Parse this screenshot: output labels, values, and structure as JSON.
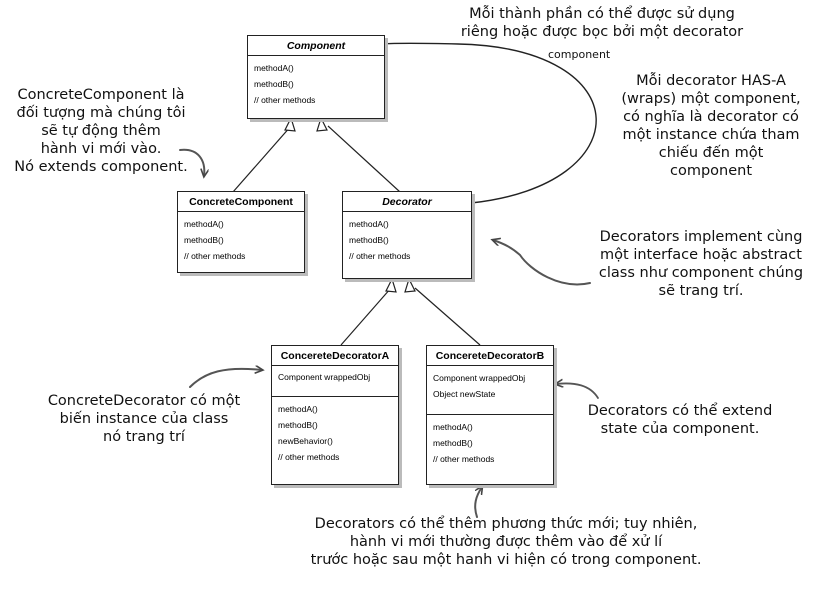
{
  "classes": {
    "component": {
      "name": "Component",
      "methods": [
        "methodA()",
        "methodB()",
        "// other methods"
      ]
    },
    "concrete_component": {
      "name": "ConcreteComponent",
      "methods": [
        "methodA()",
        "methodB()",
        "// other methods"
      ]
    },
    "decorator": {
      "name": "Decorator",
      "methods": [
        "methodA()",
        "methodB()",
        "// other methods"
      ]
    },
    "concrete_decorator_a": {
      "name": "ConcereteDecoratorA",
      "attributes": [
        "Component wrappedObj"
      ],
      "methods": [
        "methodA()",
        "methodB()",
        "newBehavior()",
        "// other methods"
      ]
    },
    "concrete_decorator_b": {
      "name": "ConcereteDecoratorB",
      "attributes": [
        "Component wrappedObj",
        "Object newState"
      ],
      "methods": [
        "methodA()",
        "methodB()",
        "// other methods"
      ]
    }
  },
  "association_label": "component",
  "notes": {
    "component_note": [
      "Mỗi thành phần có thể được sử dụng",
      "riêng hoặc được bọc bởi một decorator"
    ],
    "concrete_component_note": [
      "ConcreteComponent là",
      "đối tượng mà chúng tôi",
      "sẽ tự động thêm",
      "hành vi mới vào.",
      "Nó extends component."
    ],
    "has_a_note": [
      "Mỗi decorator HAS-A",
      "(wraps) một component,",
      "có nghĩa là decorator có",
      "một instance chứa tham",
      "chiếu đến một",
      "component"
    ],
    "implement_note": [
      "Decorators implement cùng",
      "một interface hoặc abstract",
      "class như component chúng",
      "sẽ trang trí."
    ],
    "concrete_decorator_note": [
      "ConcreteDecorator có một",
      "biến instance của class",
      "nó trang trí"
    ],
    "extend_state_note": [
      "Decorators có thể extend",
      "state của component."
    ],
    "add_methods_note": [
      "Decorators có thể thêm phương thức mới; tuy nhiên,",
      "hành vi mới thường được thêm vào để xử lí",
      "trước hoặc sau một hanh vi hiện có trong component."
    ]
  }
}
